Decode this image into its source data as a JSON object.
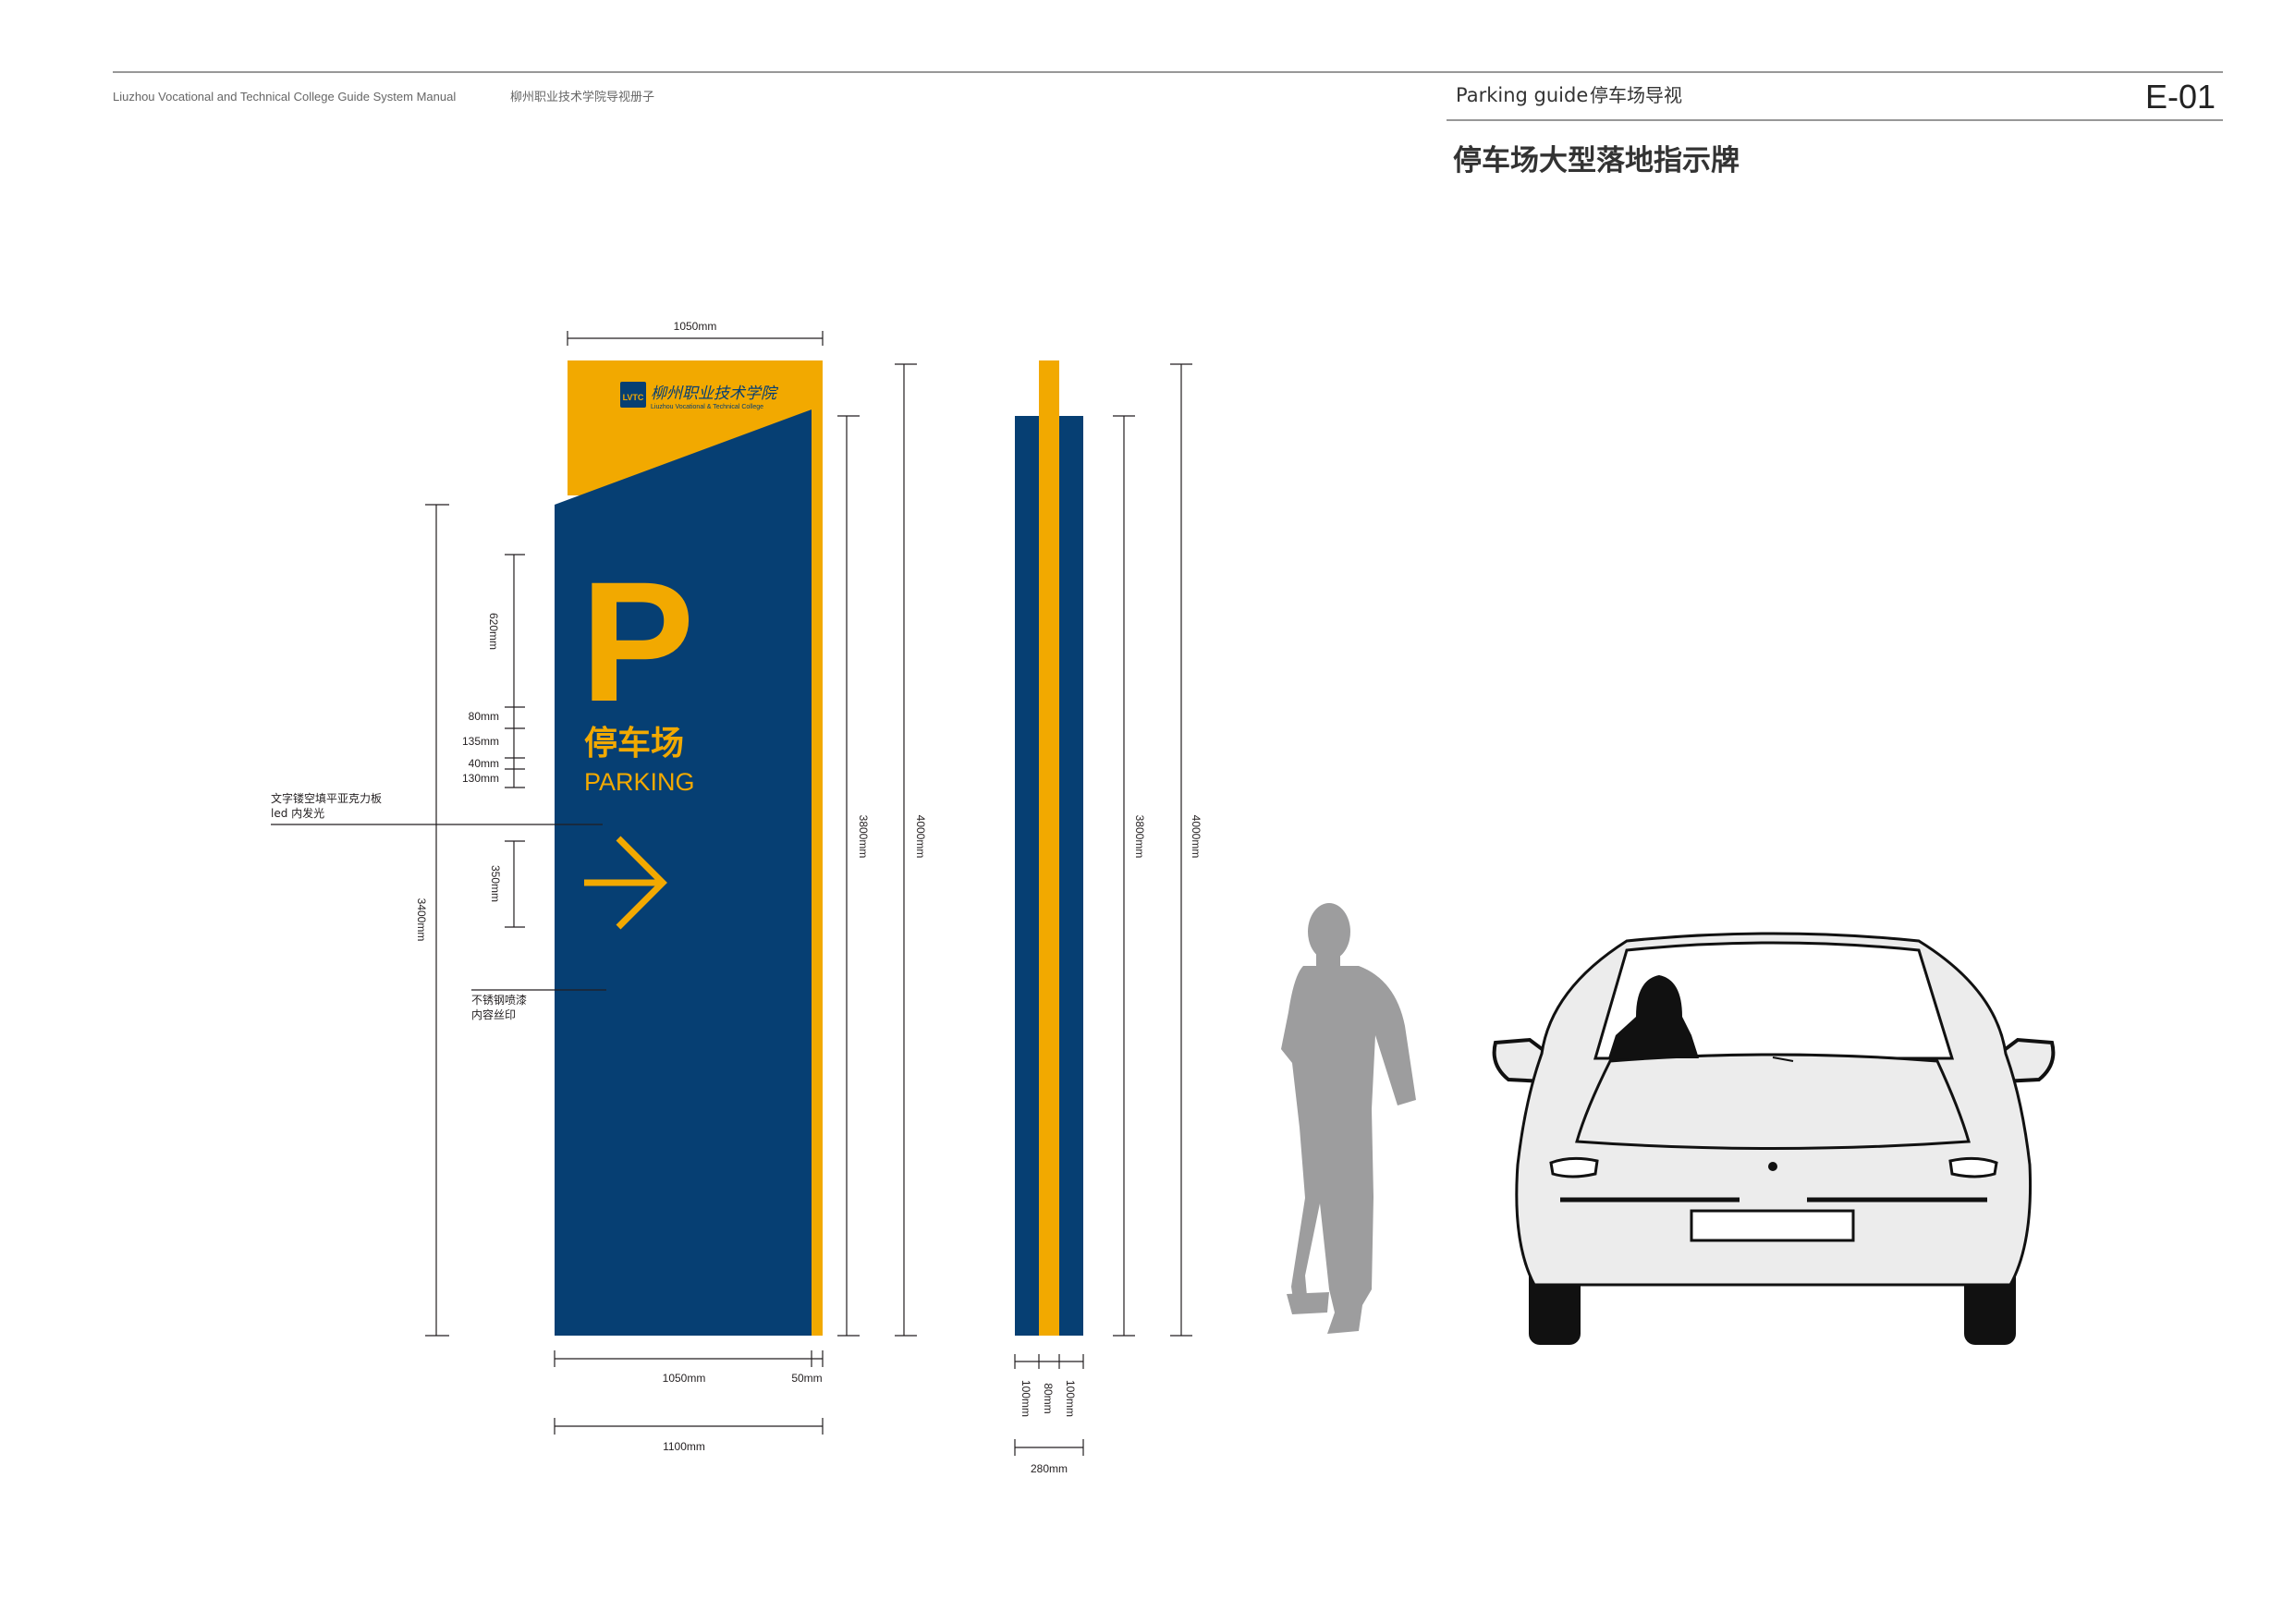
{
  "header": {
    "manual_title_en": "Liuzhou Vocational and Technical College Guide System Manual",
    "manual_title_cn": "柳州职业技术学院导视册子",
    "section_en": "Parking guide",
    "section_cn": "停车场导视",
    "code": "E-01"
  },
  "page_title": "停车场大型落地指示牌",
  "colors": {
    "navy": "#063f73",
    "yellow": "#f2a900",
    "gray_silhouette": "#9d9d9e",
    "car_body": "#ececec"
  },
  "front_view": {
    "logo_abbr": "LVTC",
    "logo_cn": "柳州职业技术学院",
    "logo_en": "Liuzhou Vocational & Technical College",
    "big_letter": "P",
    "label_cn": "停车场",
    "label_en": "PARKING",
    "arrow_icon": "arrow-right-icon",
    "dims": {
      "top_width": "1050mm",
      "p_height": "620mm",
      "gap1": "80mm",
      "cn_height": "135mm",
      "gap2": "40mm",
      "en_height": "130mm",
      "arrow_height": "350mm",
      "panel_height": "3400mm",
      "body_height": "3800mm",
      "total_height": "4000mm",
      "bottom_panel": "1050mm",
      "bottom_strip": "50mm",
      "bottom_total": "1100mm"
    },
    "notes": {
      "text_note_line1": "文字镂空填平亚克力板",
      "text_note_line2": "led 内发光",
      "paint_note_line1": "不锈钢喷漆",
      "paint_note_line2": "内容丝印"
    }
  },
  "side_view": {
    "dims": {
      "body_height": "3800mm",
      "total_height": "4000mm",
      "seg_left": "100mm",
      "seg_mid": "80mm",
      "seg_right": "100mm",
      "depth_total": "280mm"
    }
  },
  "scale_figures": {
    "person_icon": "person-silhouette-icon",
    "car_icon": "car-front-icon"
  }
}
